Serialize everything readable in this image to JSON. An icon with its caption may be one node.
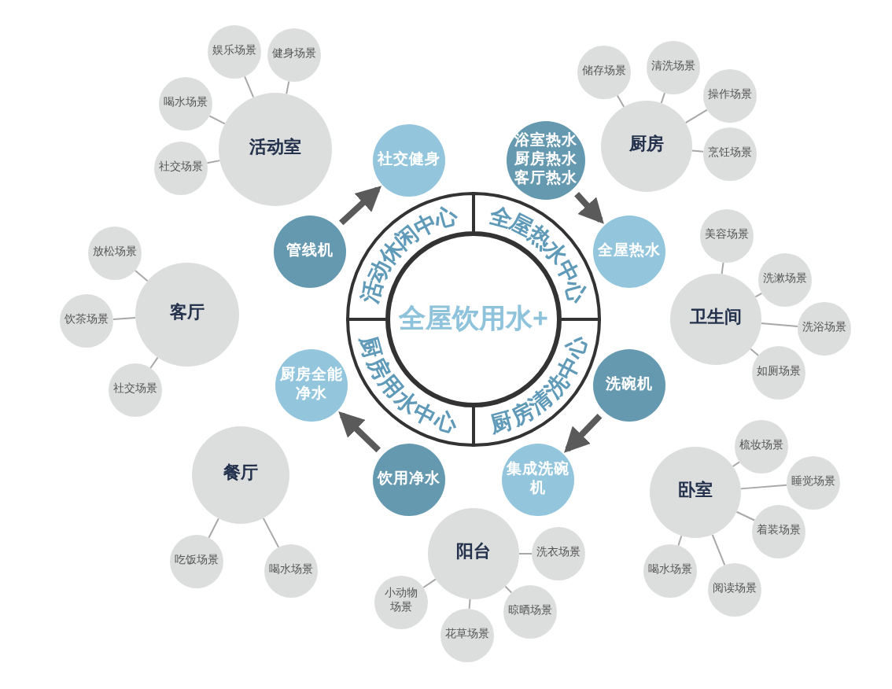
{
  "diagram": {
    "nodes": [
      {
        "text": [
          "全屋饮用水+"
        ]
      },
      {
        "text": [
          "活动休闲中心"
        ]
      },
      {
        "text": [
          "全屋热水中心"
        ]
      },
      {
        "text": [
          "厨房清洗中心"
        ]
      },
      {
        "text": [
          "厨房用水中心"
        ]
      },
      {
        "text": [
          "管线机"
        ]
      },
      {
        "text": [
          "社交健身"
        ]
      },
      {
        "text": [
          "浴室热水厨房热水客厅热水"
        ]
      },
      {
        "text": [
          "全屋热水"
        ]
      },
      {
        "text": [
          "洗碗机"
        ]
      },
      {
        "text": [
          "集成洗碗机"
        ]
      },
      {
        "text": [
          "饮用净水"
        ]
      },
      {
        "text": [
          "厨房全能净水"
        ]
      },
      {
        "text": [
          "活动室"
        ]
      },
      {
        "text": [
          "娱乐场景"
        ]
      },
      {
        "text": [
          "健身场景"
        ]
      },
      {
        "text": [
          "喝水场景"
        ]
      },
      {
        "text": [
          "社交场景"
        ]
      },
      {
        "text": [
          "厨房"
        ]
      },
      {
        "text": [
          "储存场景"
        ]
      },
      {
        "text": [
          "清洗场景"
        ]
      },
      {
        "text": [
          "操作场景"
        ]
      },
      {
        "text": [
          "烹饪场景"
        ]
      },
      {
        "text": [
          "客厅"
        ]
      },
      {
        "text": [
          "放松场景"
        ]
      },
      {
        "text": [
          "饮茶场景"
        ]
      },
      {
        "text": [
          "社交场景"
        ]
      },
      {
        "text": [
          "卫生间"
        ]
      },
      {
        "text": [
          "美容场景"
        ]
      },
      {
        "text": [
          "洗漱场景"
        ]
      },
      {
        "text": [
          "洗浴场景"
        ]
      },
      {
        "text": [
          "如厕场景"
        ]
      },
      {
        "text": [
          "餐厅"
        ]
      },
      {
        "text": [
          "吃饭场景"
        ]
      },
      {
        "text": [
          "喝水场景"
        ]
      },
      {
        "text": [
          "卧室"
        ]
      },
      {
        "text": [
          "梳妆场景"
        ]
      },
      {
        "text": [
          "睡觉场景"
        ]
      },
      {
        "text": [
          "着装场景"
        ]
      },
      {
        "text": [
          "喝水场景"
        ]
      },
      {
        "text": [
          "阅读场景"
        ]
      },
      {
        "text": [
          "阳台"
        ]
      },
      {
        "text": [
          "洗衣场景"
        ]
      },
      {
        "text": [
          "小动物场景"
        ]
      },
      {
        "text": [
          "晾晒场景"
        ]
      },
      {
        "text": [
          "花草场景"
        ]
      }
    ],
    "edges": [
      {
        "from": 5,
        "to": 6,
        "arrow": "to",
        "style": "thick"
      },
      {
        "from": 7,
        "to": 8,
        "arrow": "to",
        "style": "thick"
      },
      {
        "from": 9,
        "to": 10,
        "arrow": "to",
        "style": "thick"
      },
      {
        "from": 11,
        "to": 12,
        "arrow": "to",
        "style": "thick"
      },
      {
        "from": 13,
        "to": 14,
        "arrow": "none"
      },
      {
        "from": 13,
        "to": 15,
        "arrow": "none"
      },
      {
        "from": 13,
        "to": 16,
        "arrow": "none"
      },
      {
        "from": 13,
        "to": 17,
        "arrow": "none"
      },
      {
        "from": 18,
        "to": 19,
        "arrow": "none"
      },
      {
        "from": 18,
        "to": 20,
        "arrow": "none"
      },
      {
        "from": 18,
        "to": 21,
        "arrow": "none"
      },
      {
        "from": 18,
        "to": 22,
        "arrow": "none"
      },
      {
        "from": 23,
        "to": 24,
        "arrow": "none"
      },
      {
        "from": 23,
        "to": 25,
        "arrow": "none"
      },
      {
        "from": 23,
        "to": 26,
        "arrow": "none"
      },
      {
        "from": 27,
        "to": 28,
        "arrow": "none"
      },
      {
        "from": 27,
        "to": 29,
        "arrow": "none"
      },
      {
        "from": 27,
        "to": 30,
        "arrow": "none"
      },
      {
        "from": 27,
        "to": 31,
        "arrow": "none"
      },
      {
        "from": 32,
        "to": 33,
        "arrow": "none"
      },
      {
        "from": 32,
        "to": 34,
        "arrow": "none"
      },
      {
        "from": 35,
        "to": 36,
        "arrow": "none"
      },
      {
        "from": 35,
        "to": 37,
        "arrow": "none"
      },
      {
        "from": 35,
        "to": 38,
        "arrow": "none"
      },
      {
        "from": 35,
        "to": 39,
        "arrow": "none"
      },
      {
        "from": 35,
        "to": 40,
        "arrow": "none"
      },
      {
        "from": 41,
        "to": 42,
        "arrow": "none"
      },
      {
        "from": 41,
        "to": 43,
        "arrow": "none"
      },
      {
        "from": 41,
        "to": 44,
        "arrow": "none"
      },
      {
        "from": 41,
        "to": 45,
        "arrow": "none"
      }
    ]
  }
}
